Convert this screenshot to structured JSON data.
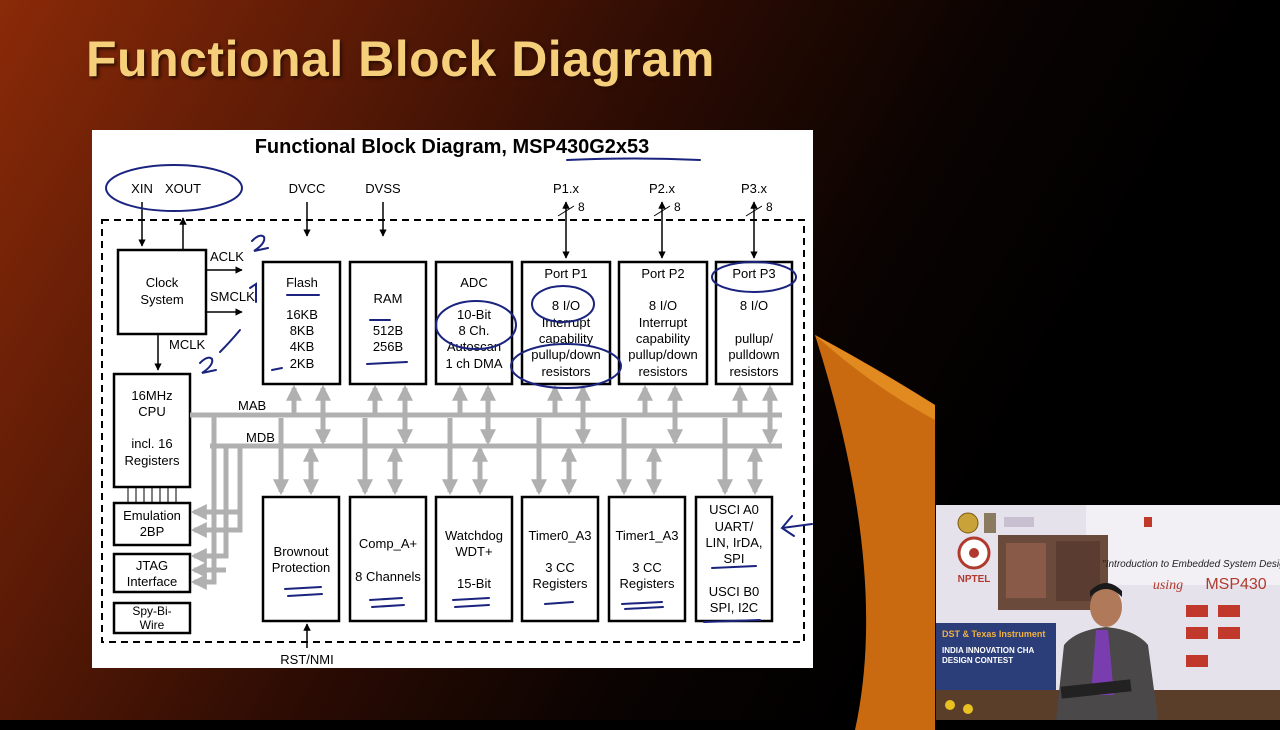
{
  "slide": {
    "title": "Functional Block Diagram"
  },
  "diagram": {
    "title": "Functional Block Diagram, MSP430G2x53",
    "pins": {
      "xin": "XIN",
      "xout": "XOUT",
      "dvcc": "DVCC",
      "dvss": "DVSS",
      "p1": "P1.x",
      "p2": "P2.x",
      "p3": "P3.x",
      "bus_width": "8",
      "rst": "RST/NMI"
    },
    "signals": {
      "aclk": "ACLK",
      "smclk": "SMCLK",
      "mclk": "MCLK",
      "mab": "MAB",
      "mdb": "MDB"
    },
    "blocks": {
      "clock": [
        "Clock",
        "System"
      ],
      "cpu": [
        "16MHz",
        "CPU",
        "incl. 16",
        "Registers"
      ],
      "emulation": [
        "Emulation",
        "2BP"
      ],
      "jtag": [
        "JTAG",
        "Interface"
      ],
      "spy": [
        "Spy-Bi-",
        "Wire"
      ],
      "flash": [
        "Flash",
        "16KB",
        "8KB",
        "4KB",
        "2KB"
      ],
      "ram": [
        "RAM",
        "512B",
        "256B"
      ],
      "adc": [
        "ADC",
        "10-Bit",
        "8 Ch.",
        "Autoscan",
        "1 ch DMA"
      ],
      "port1": [
        "Port P1",
        "8 I/O",
        "Interrupt",
        "capability",
        "pullup/down",
        "resistors"
      ],
      "port2": [
        "Port P2",
        "8 I/O",
        "Interrupt",
        "capability",
        "pullup/down",
        "resistors"
      ],
      "port3": [
        "Port P3",
        "8 I/O",
        "pullup/",
        "pulldown",
        "resistors"
      ],
      "brownout": [
        "Brownout",
        "Protection"
      ],
      "comp": [
        "Comp_A+",
        "8 Channels"
      ],
      "watchdog": [
        "Watchdog",
        "WDT+",
        "15-Bit"
      ],
      "timer0": [
        "Timer0_A3",
        "3 CC",
        "Registers"
      ],
      "timer1": [
        "Timer1_A3",
        "3 CC",
        "Registers"
      ],
      "usci": [
        "USCI A0",
        "UART/",
        "LIN, IrDA,",
        "SPI",
        "USCI B0",
        "SPI, I2C"
      ]
    }
  },
  "video_overlay": {
    "course_title": "\"Introduction to Embedded System Design\"",
    "using": "using",
    "platform": "MSP430",
    "nptel": "NPTEL",
    "banner_line1": "DST & Texas Instrument",
    "banner_line2": "INDIA INNOVATION CHA",
    "banner_line3": "DESIGN CONTEST"
  },
  "colors": {
    "title": "#f6cf7a",
    "ink": "#1a237e",
    "arrow_gray": "#b0b0b0"
  }
}
